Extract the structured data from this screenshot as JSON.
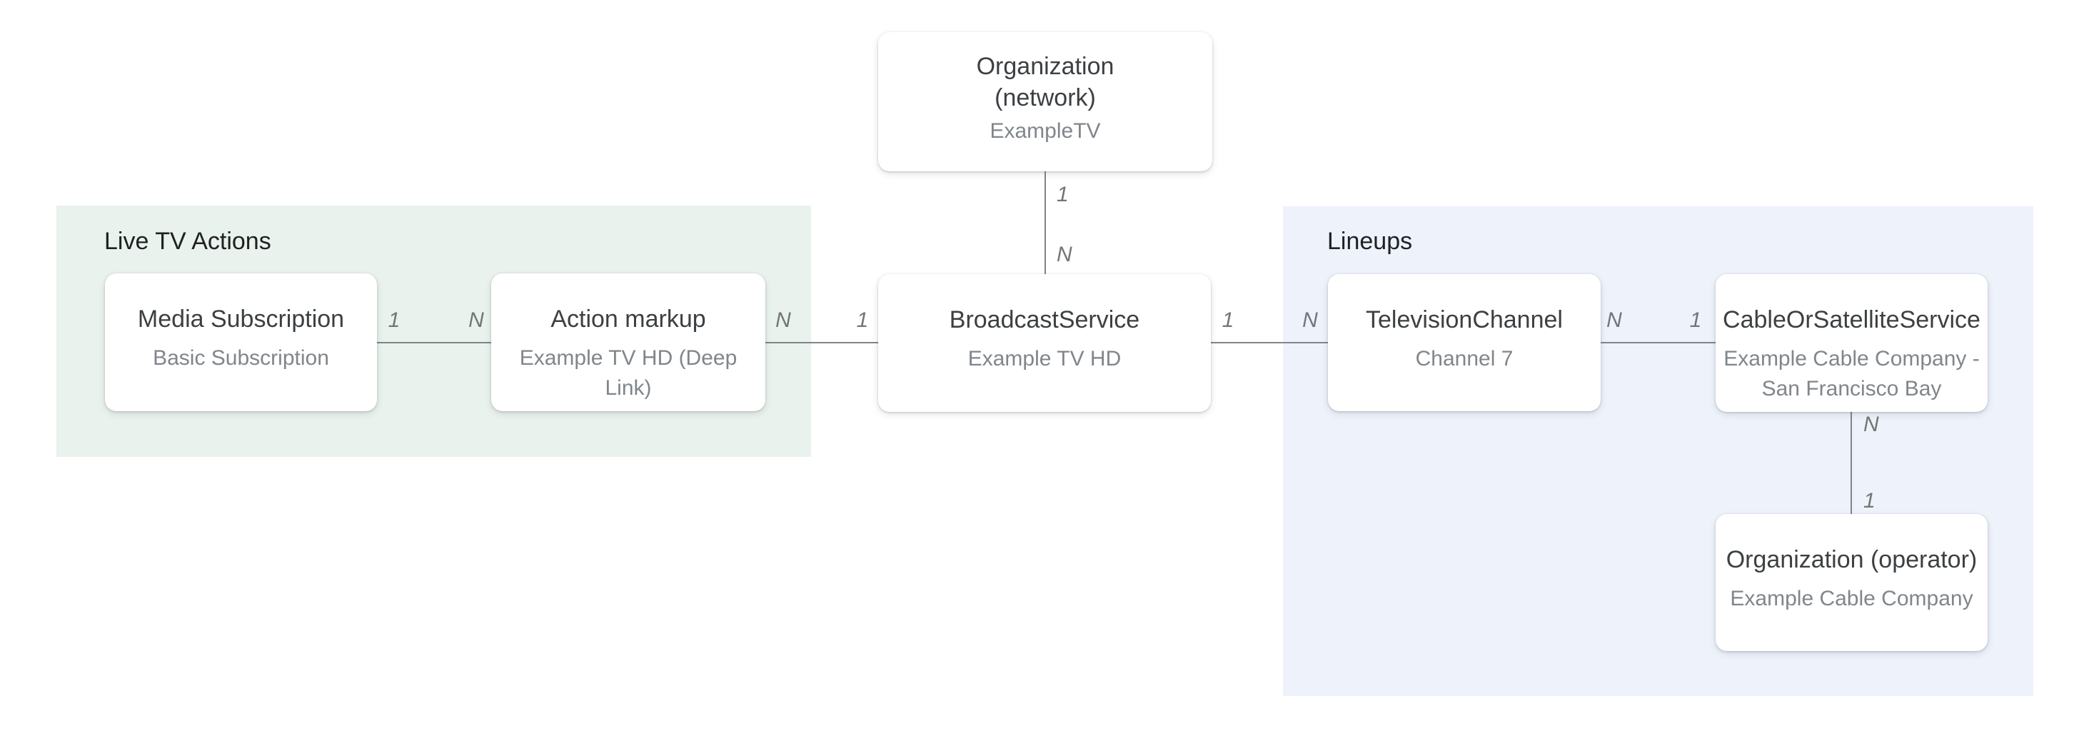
{
  "diagram": {
    "title_context": "TV broadcast service entity relationship diagram",
    "colors": {
      "live_tv_actions_bg": "#e9f2ec",
      "lineups_bg": "#edf2fb",
      "node_bg": "#ffffff",
      "node_title": "#3c4043",
      "node_subtitle": "#80868b",
      "section_label": "#202124",
      "edge_line": "#80868b",
      "cardinality": "#757575"
    },
    "sections": {
      "live_tv_actions": {
        "label": "Live TV Actions"
      },
      "lineups": {
        "label": "Lineups"
      }
    },
    "nodes": {
      "organization_network": {
        "title": "Organization\n(network)",
        "subtitle": "ExampleTV"
      },
      "media_subscription": {
        "title": "Media Subscription",
        "subtitle": "Basic Subscription"
      },
      "action_markup": {
        "title": "Action markup",
        "subtitle": "Example TV HD (Deep Link)"
      },
      "broadcast_service": {
        "title": "BroadcastService",
        "subtitle": "Example TV HD"
      },
      "television_channel": {
        "title": "TelevisionChannel",
        "subtitle": "Channel 7"
      },
      "cable_or_satellite_service": {
        "title": "CableOrSatelliteService",
        "subtitle": "Example Cable Company -\nSan Francisco Bay"
      },
      "organization_operator": {
        "title": "Organization (operator)",
        "subtitle": "Example Cable Company"
      }
    },
    "edges": {
      "media_to_action": {
        "from_card": "1",
        "to_card": "N"
      },
      "action_to_broadcast": {
        "from_card": "N",
        "to_card": "1"
      },
      "network_to_broadcast": {
        "from_card": "1",
        "to_card": "N"
      },
      "broadcast_to_tv": {
        "from_card": "1",
        "to_card": "N"
      },
      "tv_to_cable": {
        "from_card": "N",
        "to_card": "1"
      },
      "cable_to_operator": {
        "from_card": "N",
        "to_card": "1"
      }
    }
  }
}
